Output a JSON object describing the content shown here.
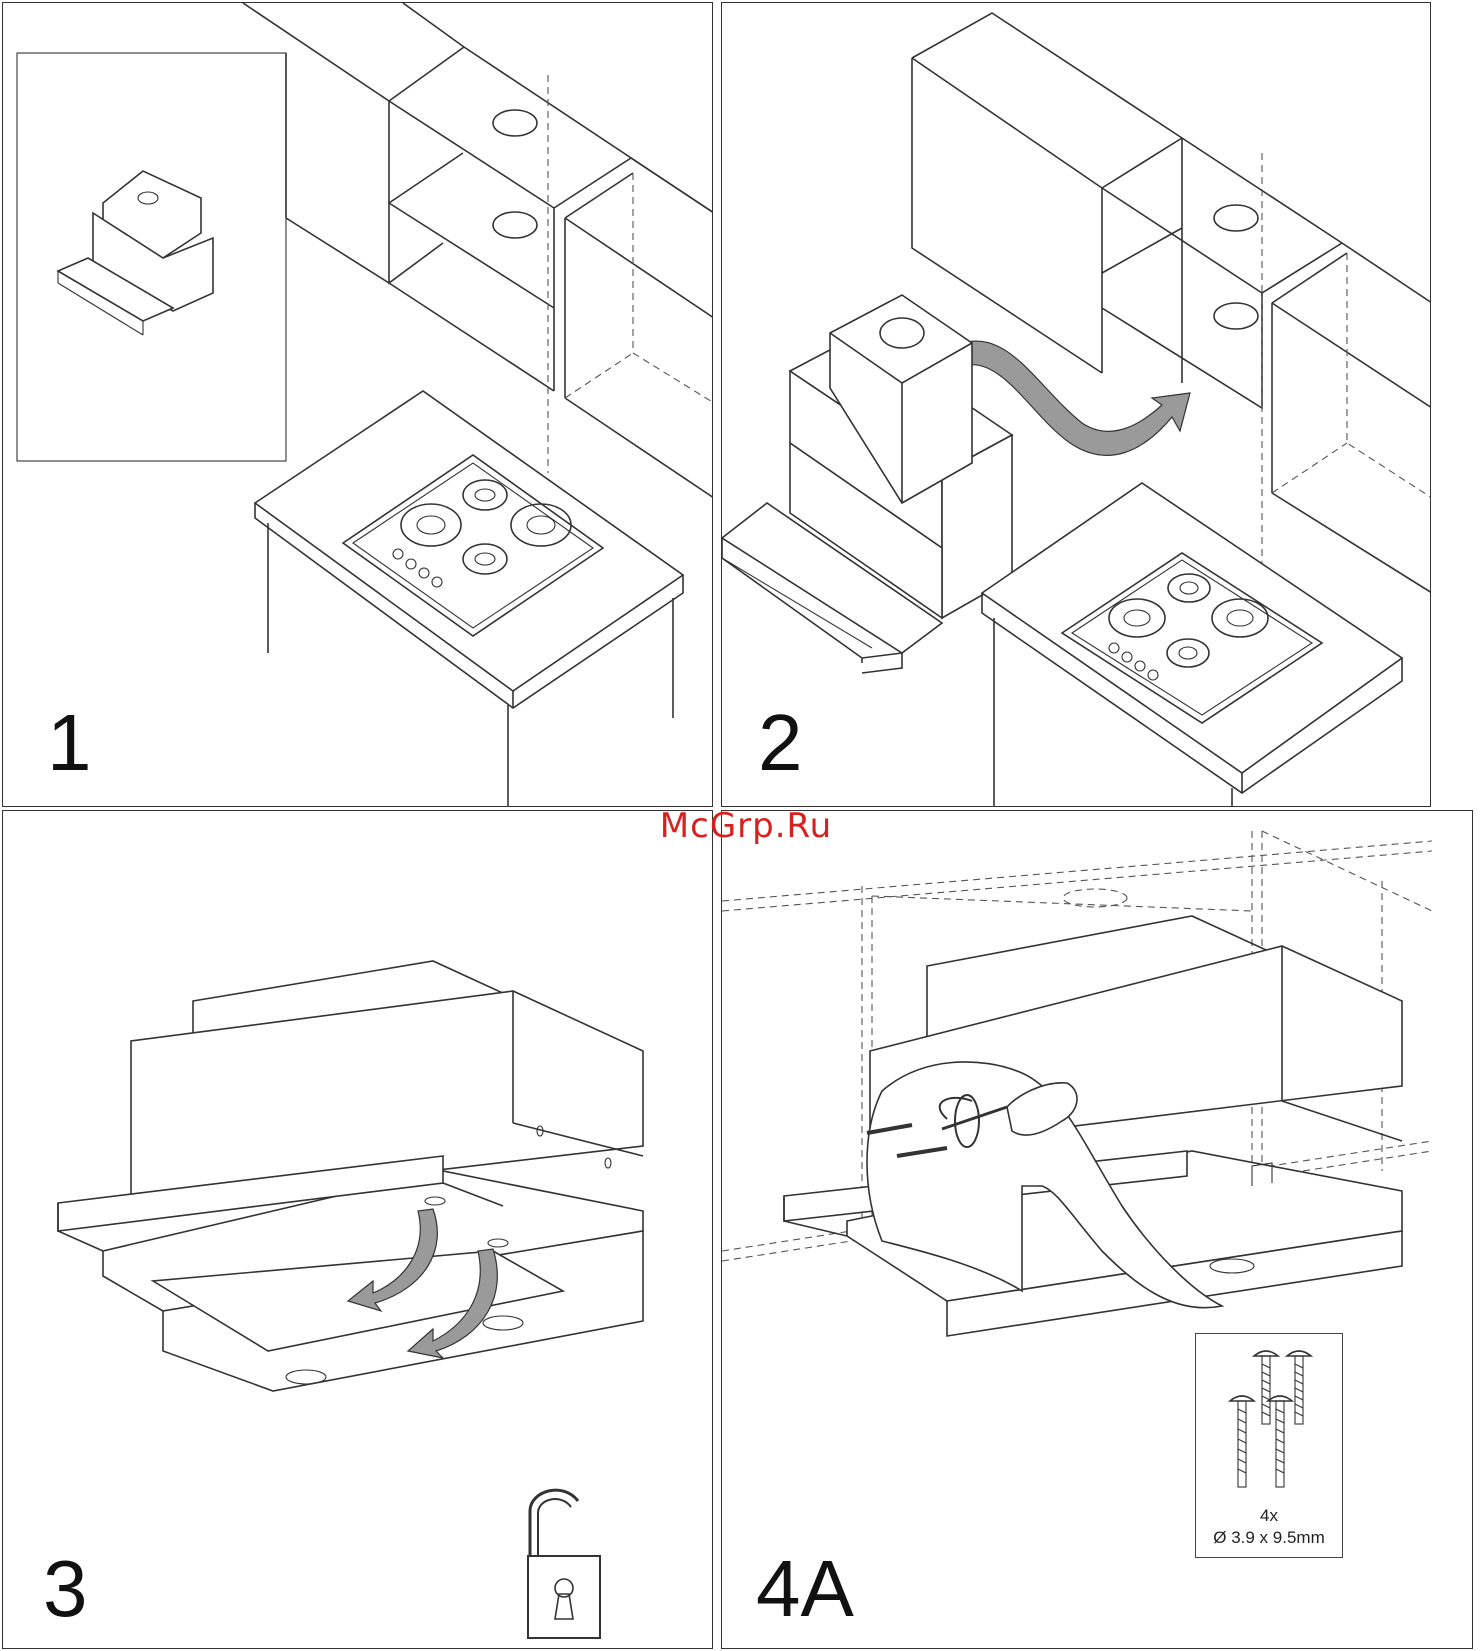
{
  "panels": [
    {
      "step": "1"
    },
    {
      "step": "2"
    },
    {
      "step": "3"
    },
    {
      "step": "4A"
    }
  ],
  "watermark": "McGrp.Ru",
  "screws": {
    "quantity": "4x",
    "spec": "Ø 3.9 x 9.5mm"
  }
}
